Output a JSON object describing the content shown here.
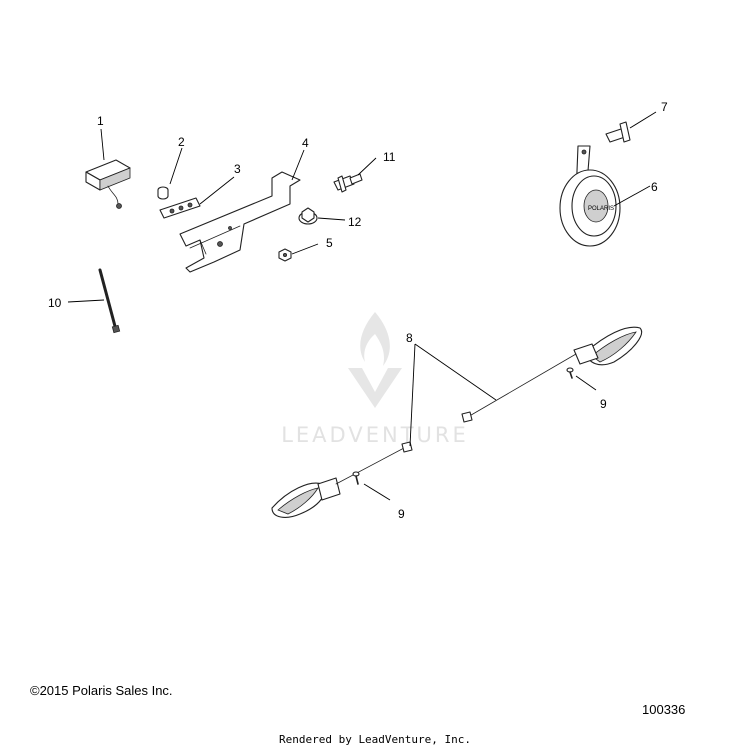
{
  "watermark": {
    "brand": "LEADVENTURE",
    "logo_icon": "leadventure-flame-logo"
  },
  "callouts": [
    "1",
    "2",
    "3",
    "4",
    "5",
    "6",
    "7",
    "8",
    "9",
    "9",
    "10",
    "11",
    "12"
  ],
  "footer": {
    "copyright": "©2015 Polaris Sales Inc.",
    "diagram_id": "100336",
    "rendered_by": "Rendered by LeadVenture, Inc."
  }
}
